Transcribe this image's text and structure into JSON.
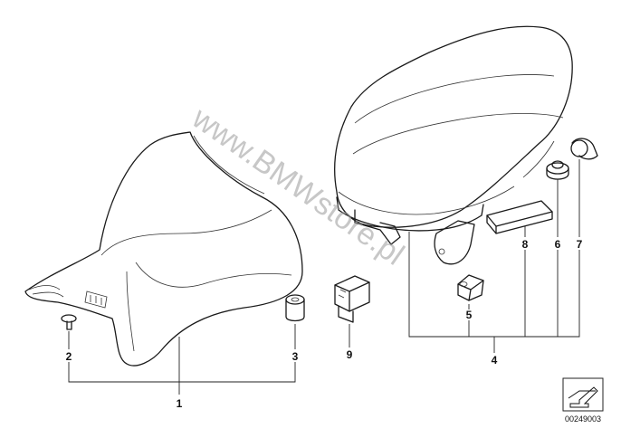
{
  "diagram": {
    "callouts": [
      "1",
      "2",
      "3",
      "4",
      "5",
      "6",
      "7",
      "8",
      "9"
    ],
    "watermark": "www.BMWstore.pl",
    "reference_number": "00249003",
    "icon": "arrow-direction-icon"
  }
}
